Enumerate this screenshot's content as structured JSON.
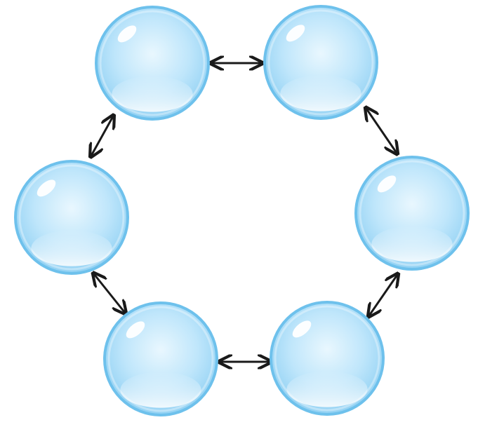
{
  "diagram": {
    "type": "cycle",
    "node_count": 6,
    "node_style": "glossy-bubble",
    "connector_style": "double-headed-arrow",
    "colors": {
      "background": "#ffffff",
      "node_light": "#e9f7fe",
      "node_mid": "#bfe6fb",
      "node_dark": "#8fd0f3",
      "node_rim": "#6ec1ec",
      "arrow": "#1a1a1a"
    },
    "nodes": [
      {
        "id": "node-1"
      },
      {
        "id": "node-2"
      },
      {
        "id": "node-3"
      },
      {
        "id": "node-4"
      },
      {
        "id": "node-5"
      },
      {
        "id": "node-6"
      }
    ],
    "connections": [
      {
        "from": "node-1",
        "to": "node-2",
        "direction": "both"
      },
      {
        "from": "node-2",
        "to": "node-3",
        "direction": "both"
      },
      {
        "from": "node-3",
        "to": "node-4",
        "direction": "both"
      },
      {
        "from": "node-4",
        "to": "node-5",
        "direction": "both"
      },
      {
        "from": "node-5",
        "to": "node-6",
        "direction": "both"
      },
      {
        "from": "node-6",
        "to": "node-1",
        "direction": "both"
      }
    ]
  }
}
